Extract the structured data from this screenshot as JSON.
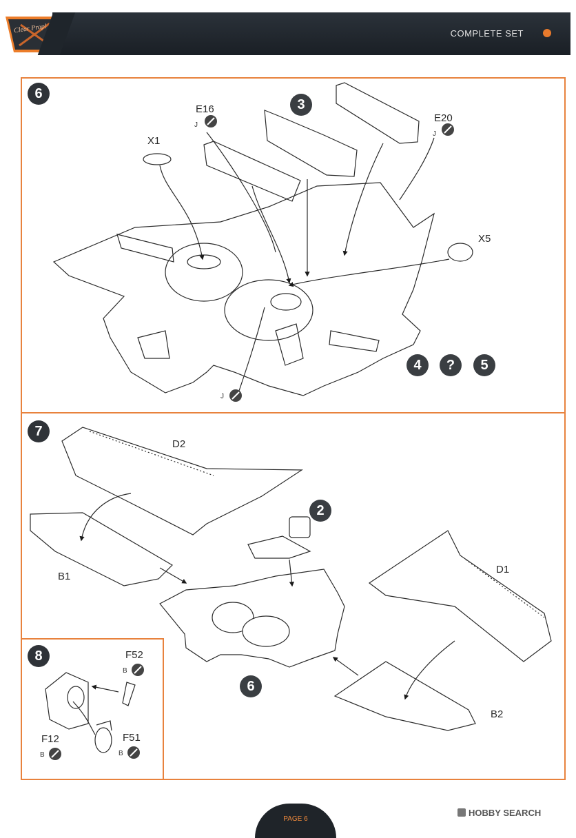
{
  "header": {
    "logo_text": "Clear Prop!",
    "title": "COMPLETE SET",
    "accent_color": "#e8823d"
  },
  "steps": {
    "s6": {
      "number": "6",
      "sub_steps": [
        "4",
        "?",
        "5"
      ],
      "ref_step": "3",
      "parts": {
        "x1": "X1",
        "e16": "E16",
        "e16_finish": "J",
        "e20": "E20",
        "e20_finish": "J",
        "x5": "X5",
        "center_finish": "J"
      }
    },
    "s7": {
      "number": "7",
      "ref_step_top": "2",
      "ref_step_bottom": "6",
      "parts": {
        "d2": "D2",
        "b1": "B1",
        "d1": "D1",
        "b2": "B2"
      }
    },
    "s8": {
      "number": "8",
      "parts": {
        "f52": "F52",
        "f52_finish": "B",
        "f12": "F12",
        "f12_finish": "B",
        "f51": "F51",
        "f51_finish": "B"
      }
    }
  },
  "footer": {
    "page": "PAGE 6",
    "watermark": "HOBBY SEARCH"
  }
}
